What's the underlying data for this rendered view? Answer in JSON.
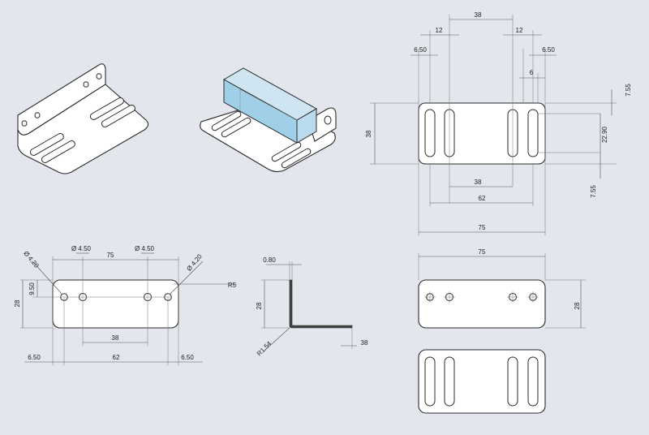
{
  "top_view": {
    "dim_38_top": "38",
    "dim_12_left": "12",
    "dim_12_right": "12",
    "dim_650_left": "6.50",
    "dim_650_right": "6.50",
    "dim_6": "6",
    "dim_755_top": "7.55",
    "dim_38_height": "38",
    "dim_2290": "22.90",
    "dim_755_bottom": "7.55",
    "dim_38_inner": "38",
    "dim_62": "62",
    "dim_75": "75"
  },
  "front_view": {
    "dim_dia_420_left": "Ø 4.20",
    "dim_dia_450_left": "Ø 4.50",
    "dim_75": "75",
    "dim_dia_450_right": "Ø 4.50",
    "dim_dia_420_right": "Ø 4.20",
    "dim_950": "9.50",
    "dim_28": "28",
    "dim_r5": "R5",
    "dim_38": "38",
    "dim_650_left": "6.50",
    "dim_62": "62",
    "dim_650_right": "6.50"
  },
  "side_view": {
    "dim_080": "0.80",
    "dim_28": "28",
    "dim_r154": "R1.54",
    "dim_38": "38"
  },
  "right_front_view": {
    "dim_75": "75",
    "dim_28": "28"
  }
}
